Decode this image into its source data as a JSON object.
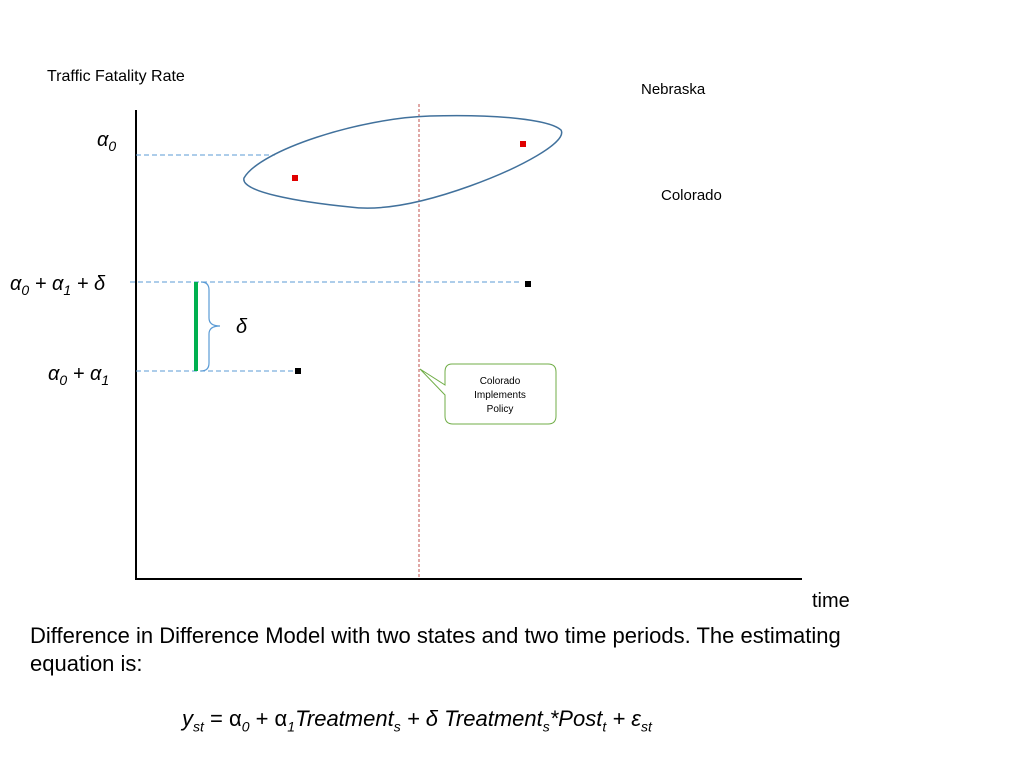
{
  "y_axis_title": "Traffic Fatality Rate",
  "x_axis_title": "time",
  "states": {
    "nebraska": "Nebraska",
    "colorado": "Colorado"
  },
  "y_levels": {
    "alpha0": {
      "sym": "α",
      "sub": "0",
      "rest": ""
    },
    "alpha0_alpha1_delta": {
      "parts": [
        "α",
        "0",
        " + α",
        "1",
        " + δ"
      ]
    },
    "alpha0_alpha1": {
      "parts": [
        "α",
        "0",
        " + α",
        "1"
      ]
    }
  },
  "delta_label": "δ",
  "callout": {
    "lines": [
      "Colorado",
      "Implements",
      "Policy"
    ]
  },
  "caption": "Difference in Difference Model with two states and two time periods.   The estimating equation is:",
  "equation": {
    "y": "y",
    "y_sub": "st",
    "eq_a0": " = α",
    "a0_sub": "0",
    "plus_a1": " + α",
    "a1_sub": "1",
    "treat1": "Treatment",
    "treat1_sub": "s",
    "plus_delta": " + δ Treatment",
    "treat2_sub": "s",
    "post": "*Post",
    "post_sub": "t",
    "plus_eps": " + ε",
    "eps_sub": "st"
  },
  "colors": {
    "axis": "#000000",
    "guide_line": "#5b9bd5",
    "policy_line": "#c0504d",
    "nebraska_points": "#e00000",
    "colorado_points": "#000000",
    "delta_bar": "#00b050",
    "ellipse": "#41719c",
    "callout_border": "#70ad47"
  }
}
